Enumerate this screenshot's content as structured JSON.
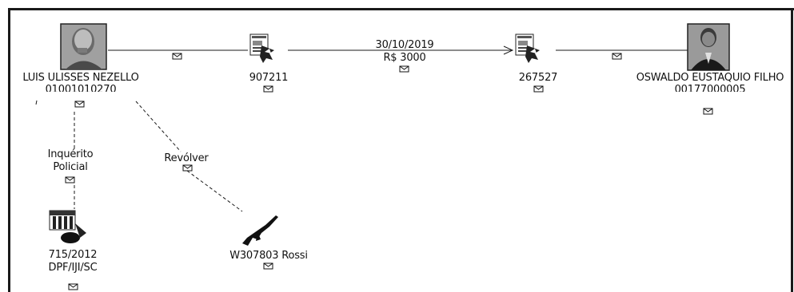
{
  "nodes": {
    "luis": {
      "name": "LUIS ULISSES NEZELLO",
      "sub": "01001010270"
    },
    "doc1": {
      "label": "907211"
    },
    "doc2": {
      "label": "267527"
    },
    "oswaldo": {
      "name": "OSWALDO EUSTAQUIO FILHO",
      "sub": "00177000005"
    },
    "inquerito": {
      "line1": "715/2012",
      "line2": "DPF/IJI/SC"
    },
    "gun": {
      "label": "W307803 Rossi"
    }
  },
  "links": {
    "transfer": {
      "date": "30/10/2019",
      "amount": "R$ 3000"
    },
    "inquerito": {
      "line1": "Inquérito",
      "line2": "Policial"
    },
    "revolver": {
      "label": "Revólver"
    }
  },
  "icons": [
    "person-photo-icon",
    "document-stamp-icon",
    "envelope-icon",
    "police-record-icon",
    "rifle-icon"
  ],
  "colors": {
    "line": "#1a1a1a",
    "photo_bg": "#a0a0a0",
    "suit": "#1a1a1a"
  }
}
